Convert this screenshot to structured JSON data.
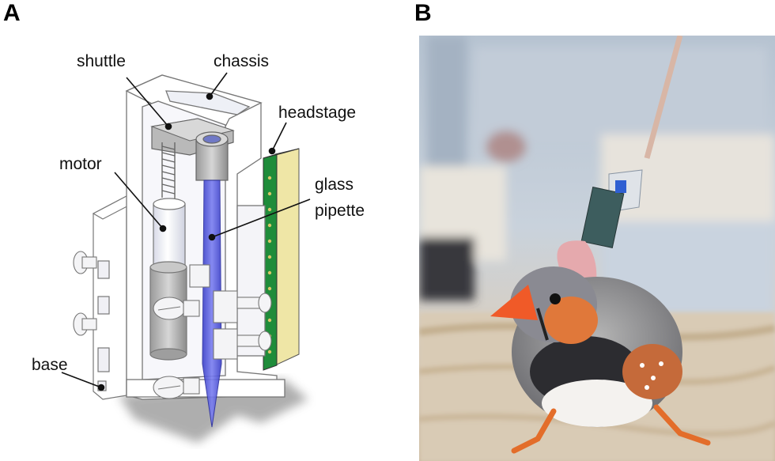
{
  "panels": {
    "a": {
      "letter": "A"
    },
    "b": {
      "letter": "B"
    }
  },
  "labels": {
    "shuttle": "shuttle",
    "chassis": "chassis",
    "headstage": "headstage",
    "motor": "motor",
    "glass": "glass",
    "pipette": "pipette",
    "base": "base"
  },
  "colors": {
    "pipette": "#4b4fd6",
    "headstage_board": "#1f8c3a",
    "headstage_back": "#efe6a6",
    "drive_body": "#ffffff",
    "bird_beak": "#f05a28",
    "bird_cheek": "#e0783a"
  }
}
